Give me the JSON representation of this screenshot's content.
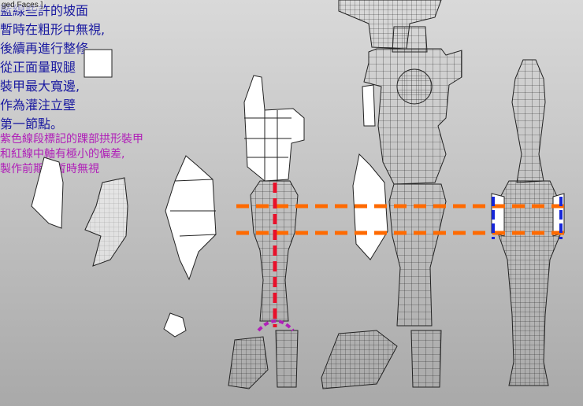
{
  "viewport": {
    "label": "ged Faces ]"
  },
  "annotations": {
    "blue_note": [
      "藍線些許的坡面",
      "暫時在粗形中無視,",
      "後續再進行整修"
    ],
    "right_note": [
      "從正面量取腿",
      "裝甲最大寬邊,",
      "作為灌注立壁",
      "第一節點。"
    ],
    "purple_note": [
      "紫色線段標記的踝部拱形裝甲",
      "和紅線中軸有極小的偏差,",
      "製作前期可暫時無視"
    ]
  },
  "colors": {
    "background_top": "#d9d9d9",
    "background_bottom": "#a9a9a9",
    "mesh_fill": "#ffffff",
    "wire": "#222222",
    "orange_guide": "#ff6a00",
    "red_axis": "#e8102a",
    "blue_marker": "#1626d8",
    "purple_marker": "#b020b8",
    "blue_text": "#1a1aa0",
    "purple_text": "#b020b8"
  },
  "icons": {
    "viewport_objects": "white-wireframe-mesh-parts",
    "guides": "dashed-measurement-lines"
  }
}
